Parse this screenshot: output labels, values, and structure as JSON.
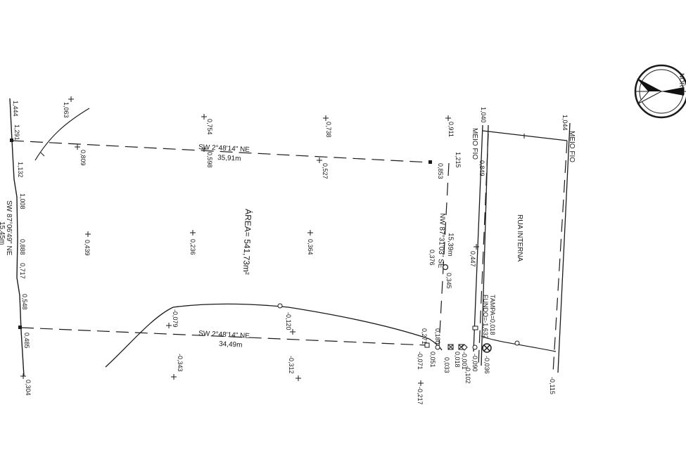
{
  "north_arrow": {
    "icon": "north-arrow-icon",
    "label": "NORTE"
  },
  "lot": {
    "area_label": "ÁREA= 541,73m²",
    "north_bearing": "SW 2°48'14\" NE",
    "north_length": "35,91m",
    "south_bearing": "SW 2°48'14\" NE",
    "south_length": "34,49m",
    "west_bearing": "SW 87°06'49\" NE",
    "west_length": "15,45m",
    "east_bearing": "NW 87°31'03\" SE",
    "east_length": "15,39m"
  },
  "road": {
    "name": "RUA INTERNA",
    "curb_left": "MEIO FIO",
    "curb_right": "MEIO FIO",
    "manhole": "TAMPA=0,018",
    "manhole_bottom": "FUNDO=-1,632"
  },
  "elevations": {
    "e1063": "1,063",
    "e1444": "1,444",
    "e1291": "1,291",
    "e1132": "1,132",
    "e1008": "1,008",
    "e0888": "0,888",
    "e0717": "0,717",
    "e0548": "0,548",
    "e0485": "0,485",
    "e0304": "0,304",
    "e0809": "0,809",
    "e0754": "0,754",
    "e0598": "0,598",
    "e0738": "0,738",
    "e0527": "0,527",
    "e0911": "0,911",
    "e1215": "1,215",
    "e0853": "0,853",
    "e0849": "0,849",
    "e1040": "1,040",
    "e1044": "1,044",
    "e0439": "0,439",
    "e0236": "0,236",
    "e0364": "0,364",
    "e0376": "0,376",
    "e0345": "0,345",
    "e0447": "0,447",
    "em079": "-0,079",
    "em120": "-0,120",
    "em343": "-0,343",
    "em312": "-0,312",
    "e0271": "0,271",
    "e0180": "0,180",
    "em071": "-0,071",
    "e0051": "0,051",
    "e0018": "0,018",
    "e0033": "0,033",
    "em001": "-0,001",
    "em090": "-0,090",
    "em102": "-0,102",
    "em036": "-0,036",
    "em217": "-0,217",
    "em115": "-0,115"
  }
}
